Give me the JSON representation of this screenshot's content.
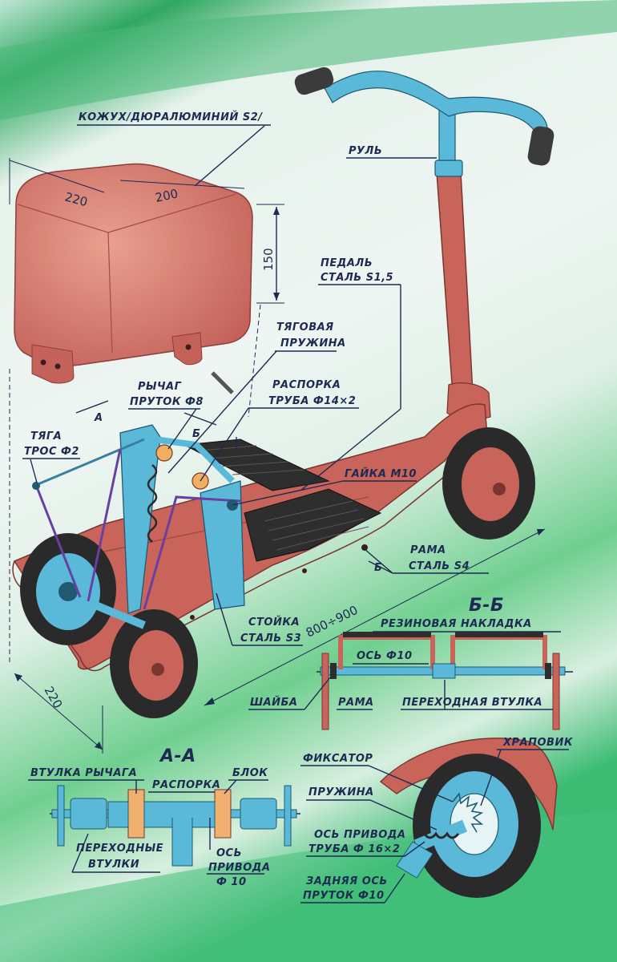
{
  "labels": {
    "housing": "КОЖУХ/ДЮРАЛЮМИНИЙ S2/",
    "handlebar": "РУЛЬ",
    "pedal_1": "ПЕДАЛЬ",
    "pedal_2": "СТАЛЬ S1,5",
    "spring_1": "ТЯГОВАЯ",
    "spring_2": "ПРУЖИНА",
    "lever_1": "РЫЧАГ",
    "lever_2": "ПРУТОК Ф8",
    "spacer_1": "РАСПОРКА",
    "spacer_2": "ТРУБА Ф14×2",
    "rod_1": "ТЯГА",
    "rod_2": "ТРОС Ф2",
    "nut": "ГАЙКА М10",
    "frame_1": "РАМА",
    "frame_2": "СТАЛЬ S4",
    "post_1": "СТОЙКА",
    "post_2": "СТАЛЬ S3",
    "section_bb": "Б-Б",
    "section_aa": "А-А",
    "rubber_pad": "РЕЗИНОВАЯ НАКЛАДКА",
    "axle_10": "ОСЬ Ф10",
    "washer": "ШАЙБА",
    "frame_bb": "РАМА",
    "adapter_bushing": "ПЕРЕХОДНАЯ ВТУЛКА",
    "lever_bushing": "ВТУЛКА РЫЧАГА",
    "spacer_aa": "РАСПОРКА",
    "block": "БЛОК",
    "adapter_bushings_1": "ПЕРЕХОДНЫЕ",
    "adapter_bushings_2": "ВТУЛКИ",
    "drive_axle_1": "ОСЬ",
    "drive_axle_2": "ПРИВОДА",
    "drive_axle_3": "Ф 10",
    "latch": "ФИКСАТОР",
    "ratchet": "ХРАПОВИК",
    "spring_rw": "ПРУЖИНА",
    "drive_axle_tube_1": "ОСЬ ПРИВОДА",
    "drive_axle_tube_2": "ТРУБА Ф 16×2",
    "rear_axle_1": "ЗАДНЯЯ ОСЬ",
    "rear_axle_2": "ПРУТОК Ф10",
    "cut_a": "А",
    "cut_b": "Б",
    "cut_b2": "Б"
  },
  "dimensions": {
    "housing_depth": "220",
    "housing_width": "200",
    "housing_height": "150",
    "frame_length": "800÷900",
    "frame_width": "220"
  },
  "colors": {
    "background_green": "#2fa860",
    "background_light": "#e8f3ee",
    "frame_red": "#c8645a",
    "part_blue": "#5ab9d8",
    "tire_black": "#2a2a2a",
    "ink": "#1d2a52"
  }
}
